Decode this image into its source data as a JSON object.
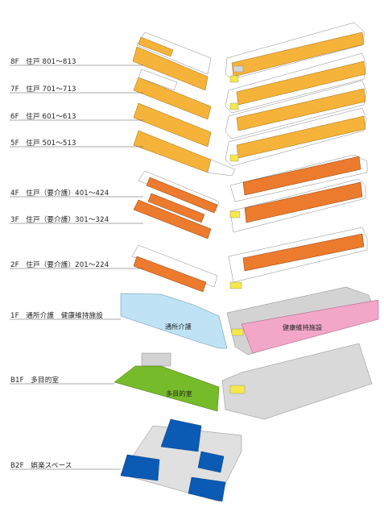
{
  "floors": [
    {
      "id": "8f",
      "label": "8F　住戸 801〜813"
    },
    {
      "id": "7f",
      "label": "7F　住戸 701〜713"
    },
    {
      "id": "6f",
      "label": "6F　住戸 601〜613"
    },
    {
      "id": "5f",
      "label": "5F　住戸 501〜513"
    },
    {
      "id": "4f",
      "label": "4F　住戸（要介護）401〜424"
    },
    {
      "id": "3f",
      "label": "3F　住戸（要介護）301〜324"
    },
    {
      "id": "2f",
      "label": "2F　住戸（要介護）201〜224"
    },
    {
      "id": "1f",
      "label": "1F　通所介護　健康維持施設"
    },
    {
      "id": "b1f",
      "label": "B1F　多目的室"
    },
    {
      "id": "b2f",
      "label": "B2F　娯楽スペース"
    }
  ],
  "rooms": {
    "day_care": "通所介護",
    "fitness": "健康維持施設",
    "multipurpose": "多目的室"
  },
  "colors": {
    "residential": "#f6b33a",
    "care": "#ec7b2e",
    "day_care": "#bfe3f5",
    "fitness": "#f2a6c8",
    "multipurpose": "#76bb2a",
    "recreation": "#0b5bb5",
    "core": "#d3d3d3",
    "stair": "#f4e94a",
    "outline": "#888888"
  }
}
